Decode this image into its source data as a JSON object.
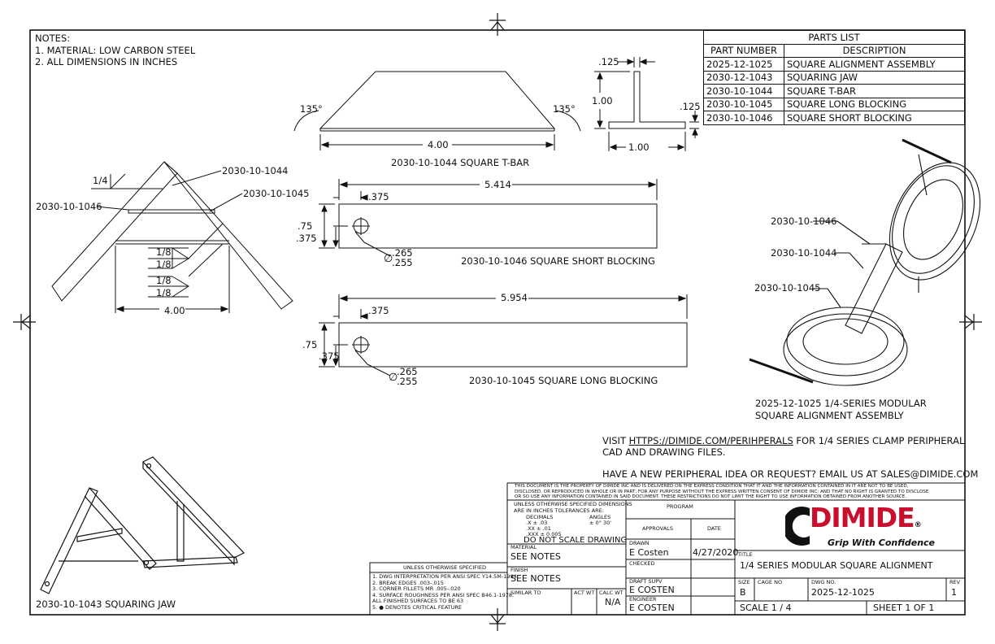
{
  "notes": {
    "heading": "NOTES:",
    "items": [
      "1.   MATERIAL: LOW CARBON STEEL",
      "2.   ALL DIMENSIONS IN INCHES"
    ]
  },
  "parts_list": {
    "title": "PARTS LIST",
    "headers": [
      "PART NUMBER",
      "DESCRIPTION"
    ],
    "rows": [
      [
        "2025-12-1025",
        "SQUARE ALIGNMENT ASSEMBLY"
      ],
      [
        "2030-12-1043",
        "SQUARING JAW"
      ],
      [
        "2030-10-1044",
        "SQUARE T-BAR"
      ],
      [
        "2030-10-1045",
        "SQUARE LONG BLOCKING"
      ],
      [
        "2030-10-1046",
        "SQUARE SHORT BLOCKING"
      ]
    ]
  },
  "tbar": {
    "caption": "2030-10-1044 SQUARE T-BAR",
    "angle_left": "135°",
    "angle_right": "135°",
    "length": "4.00",
    "thickness_top": ".125",
    "height": "1.00",
    "thickness_side": ".125",
    "width": "1.00"
  },
  "jaw_weld": {
    "label_1044": "2030-10-1044",
    "label_1045": "2030-10-1045",
    "label_1046": "2030-10-1046",
    "weld_top": "1/4",
    "weld_a1": "1/8",
    "weld_a2": "1/8",
    "weld_b1": "1/8",
    "weld_b2": "1/8",
    "width": "4.00"
  },
  "short_block": {
    "caption": "2030-10-1046 SQUARE SHORT BLOCKING",
    "length": "5.414",
    "hole_x": ".375",
    "height": ".75",
    "hole_y": ".375",
    "dia_symbol": "∅",
    "dia_max": ".265",
    "dia_min": ".255"
  },
  "long_block": {
    "caption": "2030-10-1045 SQUARE LONG BLOCKING",
    "length": "5.954",
    "hole_x": ".375",
    "height": ".75",
    "hole_y": ".375",
    "dia_symbol": "∅",
    "dia_max": ".265",
    "dia_min": ".255"
  },
  "assembly": {
    "label_1046": "2030-10-1046",
    "label_1044": "2030-10-1044",
    "label_1045": "2030-10-1045",
    "caption_1": "2025-12-1025 1/4-SERIES MODULAR",
    "caption_2": "SQUARE ALIGNMENT ASSEMBLY"
  },
  "jaw_iso": {
    "caption": "2030-10-1043 SQUARING JAW"
  },
  "visit": {
    "prefix": "VISIT ",
    "link": "HTTPS://DIMIDE.COM/PERIHPERALS",
    "suffix": " FOR 1/4 SERIES CLAMP PERIPHERAL",
    "line2": "CAD AND DRAWING FILES.",
    "email_line": "HAVE A NEW PERIPHERAL IDEA OR REQUEST? EMAIL US AT SALES@DIMIDE.COM"
  },
  "legal": {
    "line1": "THIS DOCUMENT IS THE PROPERTY OF DIMIDE INC AND IS DELIVERED ON THE EXPRESS CONDITION THAT IT AND THE INFORMATION CONTAINED IN IT ARE NOT TO BE USED,",
    "line2": "DISCLOSED, OR REPRODUCED IN WHOLE OR IN PART, FOR ANY PURPOSE WITHOUT THE EXPRESS WRITTEN CONSENT OF DIMIDE INC; AND THAT NO RIGHT IS GRANTED TO DISCLOSE",
    "line3": "OR SO USE ANY INFORMATION CONTAINED IN SAID DOCUMENT. THESE RESTRICTIONS DO NOT LIMIT THE RIGHT TO USE INFORMATION OBTAINED FROM ANOTHER SOURCE."
  },
  "tolerances": {
    "line1": "UNLESS OTHERWISE SPECIFIED DIMENSIONS",
    "line2": "ARE IN INCHES TOLERANCES ARE:",
    "decimals": "DECIMALS",
    "angles": "ANGLES",
    "d1": ".X    ± .03",
    "d2": ".XX   ± .01",
    "d3": ".XXX  ± 0.005",
    "a1": "± 0° 30'",
    "no_scale": "DO NOT SCALE DRAWING"
  },
  "title_block": {
    "program": "PROGRAM",
    "approvals": "APPROVALS",
    "date_label": "DATE",
    "drawn_label": "DRAWN",
    "drawn": "E Costen",
    "drawn_date": "4/27/2020",
    "checked_label": "CHECKED",
    "draft_label": "DRAFT SUPV",
    "draft": "E COSTEN",
    "engineer_label": "ENGINEER",
    "engineer": "E COSTEN",
    "material_label": "MATERIAL",
    "material": "SEE NOTES",
    "finish_label": "FINISH",
    "finish": "SEE NOTES",
    "similar_label": "SIMILAR TO",
    "actwt_label": "ACT WT",
    "calcwt_label": "CALC WT",
    "calcwt": "N/A",
    "title_label": "TITLE",
    "title": "1/4 SERIES MODULAR SQUARE ALIGNMENT",
    "size_label": "SIZE",
    "size": "B",
    "cage_label": "CAGE NO",
    "dwg_label": "DWG NO.",
    "dwg": "2025-12-1025",
    "rev_label": "REV",
    "rev": "1",
    "scale": "SCALE    1 / 4",
    "sheet": "SHEET  1     OF   1"
  },
  "general_notes": {
    "heading": "UNLESS OTHERWISE SPECIFIED",
    "n1": "1.  DWG INTERPRETATION PER ANSI SPEC Y14.5M-1994",
    "n2": "2.  BREAK EDGES .003-.015",
    "n3": "3.  CORNER FILLETS MR .005-.020",
    "n4": "4.  SURFACE ROUGHNESS PER ANSI SPEC B46.1-1978.",
    "n4b": "     ALL FINISHED SURFACES TO BE 63",
    "n5": "5.  ● DENOTES CRITICAL FEATURE"
  },
  "logo": {
    "brand": "DIMIDE",
    "reg": "®",
    "tagline": "Grip With Confidence",
    "brand_color": "#c8102e"
  }
}
